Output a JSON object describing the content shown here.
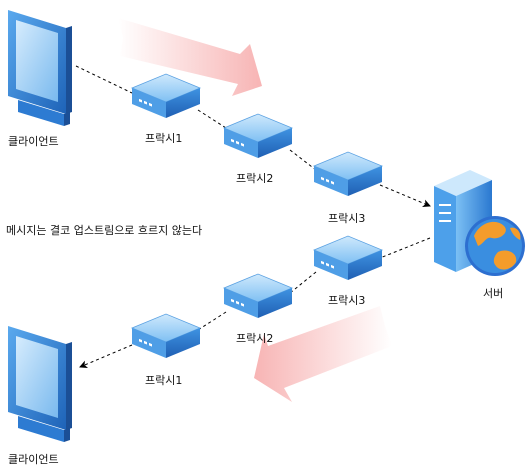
{
  "nodes": {
    "client_top": "클라이언트",
    "proxy1_top": "프락시1",
    "proxy2_top": "프락시2",
    "proxy3_top": "프락시3",
    "server": "서버",
    "proxy3_bottom": "프락시3",
    "proxy2_bottom": "프락시2",
    "proxy1_bottom": "프락시1",
    "client_bottom": "클라이언트"
  },
  "note": "메시지는 결코 업스트림으로 흐르지 않는다",
  "icons": {
    "client": "computer-monitor-icon",
    "proxy": "network-device-icon",
    "server": "server-tower-with-globe-icon"
  },
  "colors": {
    "device_blue": "#3a8ee0",
    "device_light": "#9fd0f7",
    "flow_arrow": "#f6a7a7",
    "connector": "#000000"
  }
}
